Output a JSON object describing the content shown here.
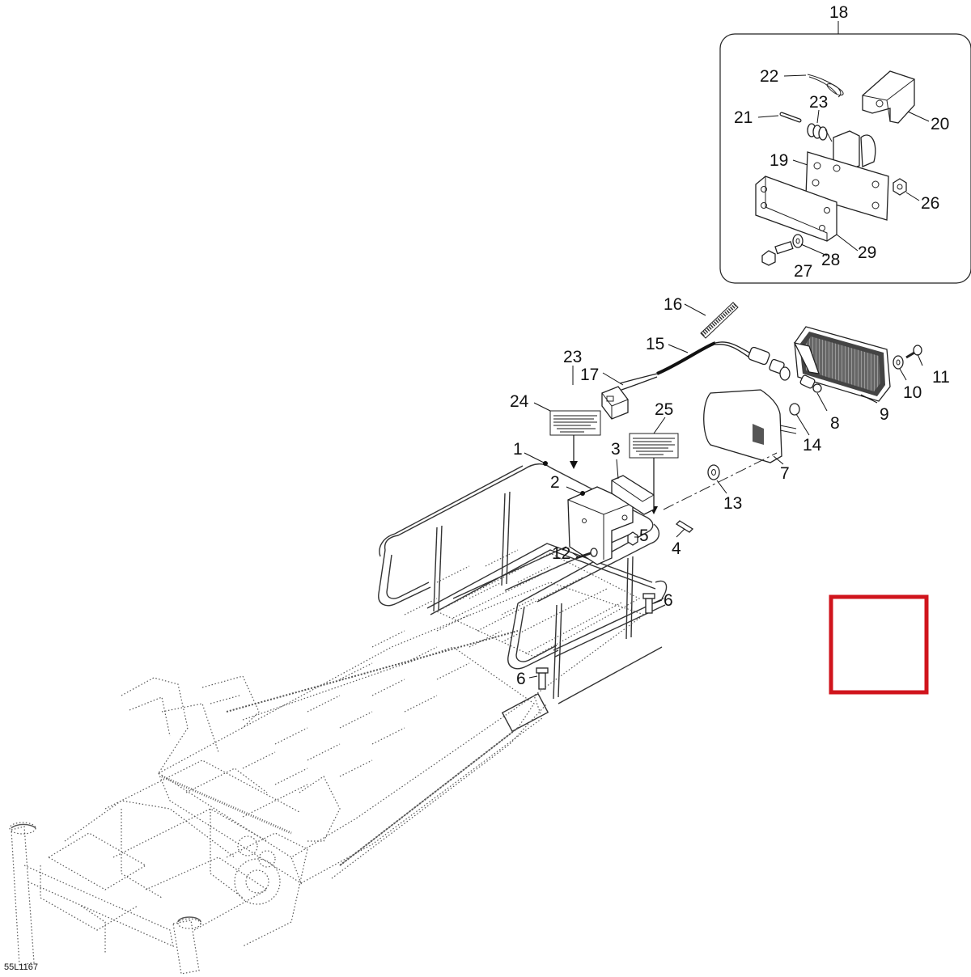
{
  "diagram": {
    "reference_code": "55L1167",
    "highlight_color": "#d0141c",
    "callouts": [
      {
        "id": "c18",
        "text": "18"
      },
      {
        "id": "c22",
        "text": "22"
      },
      {
        "id": "c23a",
        "text": "23"
      },
      {
        "id": "c21",
        "text": "21"
      },
      {
        "id": "c20",
        "text": "20"
      },
      {
        "id": "c19",
        "text": "19"
      },
      {
        "id": "c26",
        "text": "26"
      },
      {
        "id": "c28",
        "text": "28"
      },
      {
        "id": "c29",
        "text": "29"
      },
      {
        "id": "c27",
        "text": "27"
      },
      {
        "id": "c16",
        "text": "16"
      },
      {
        "id": "c15",
        "text": "15"
      },
      {
        "id": "c23b",
        "text": "23"
      },
      {
        "id": "c17",
        "text": "17"
      },
      {
        "id": "c11",
        "text": "11"
      },
      {
        "id": "c10",
        "text": "10"
      },
      {
        "id": "c9",
        "text": "9"
      },
      {
        "id": "c8",
        "text": "8"
      },
      {
        "id": "c24",
        "text": "24"
      },
      {
        "id": "c25",
        "text": "25"
      },
      {
        "id": "c14",
        "text": "14"
      },
      {
        "id": "c1",
        "text": "1"
      },
      {
        "id": "c3",
        "text": "3"
      },
      {
        "id": "c7",
        "text": "7"
      },
      {
        "id": "c2",
        "text": "2"
      },
      {
        "id": "c13",
        "text": "13"
      },
      {
        "id": "c5",
        "text": "5"
      },
      {
        "id": "c4",
        "text": "4"
      },
      {
        "id": "c12",
        "text": "12"
      },
      {
        "id": "c6a",
        "text": "6"
      },
      {
        "id": "c6b",
        "text": "6"
      }
    ]
  }
}
